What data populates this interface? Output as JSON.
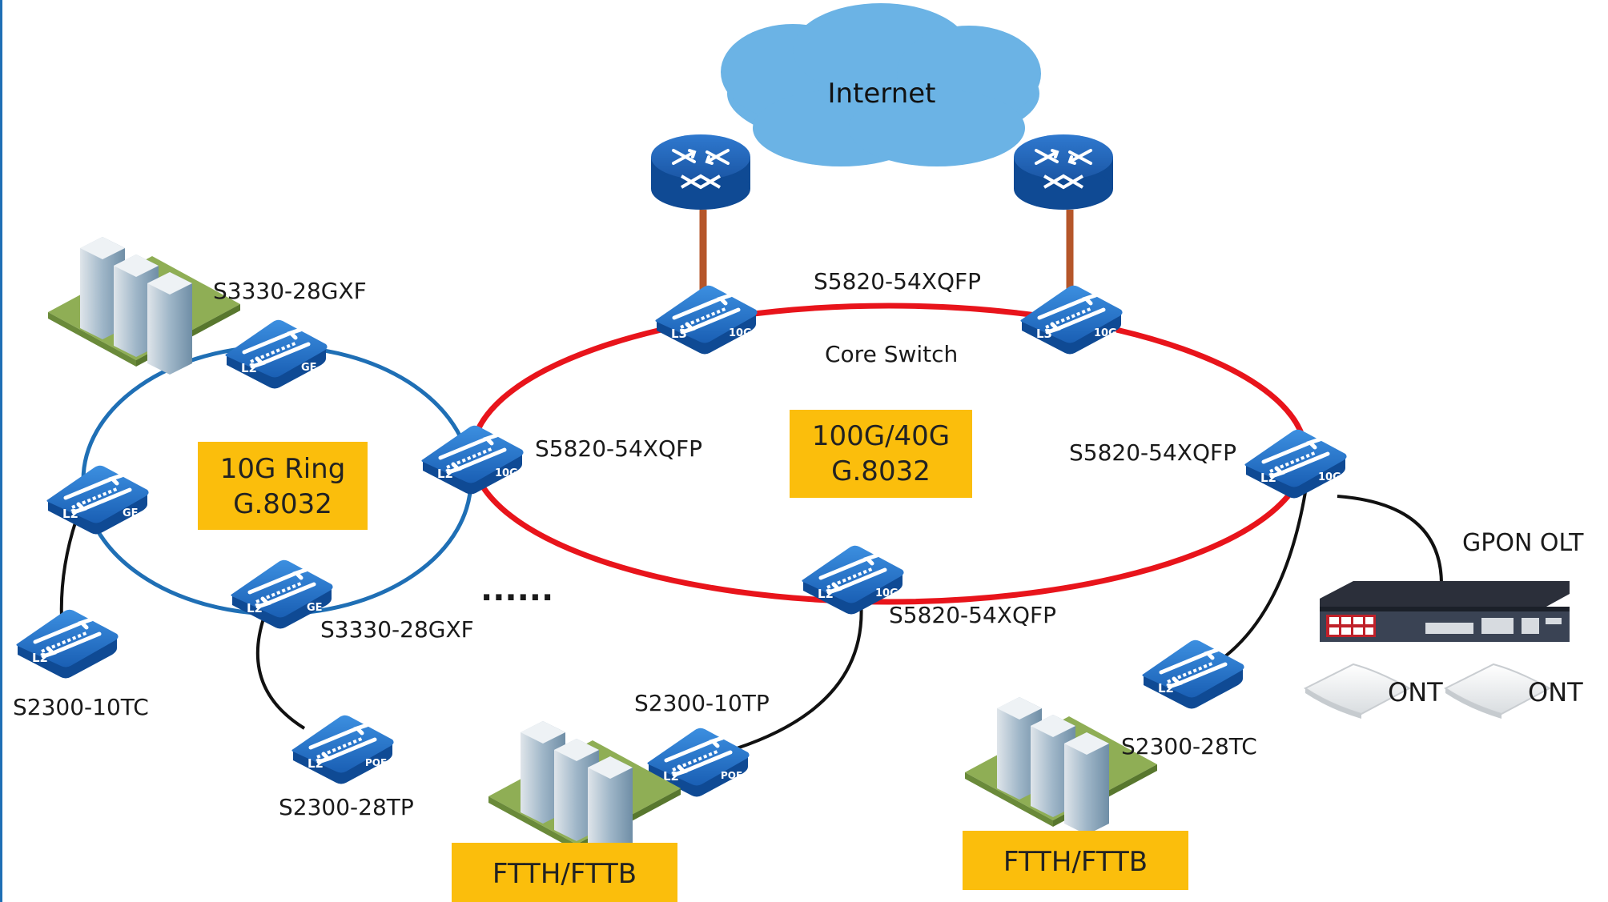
{
  "cloud": {
    "label": "Internet"
  },
  "core": {
    "top_left_name": "S5820-54XQFP",
    "role": "Core Switch",
    "left_name": "S5820-54XQFP",
    "right_name": "S5820-54XQFP",
    "bottom_name": "S5820-54XQFP"
  },
  "rings": {
    "core_label_line1": "100G/40G",
    "core_label_line2": "G.8032",
    "access_label_line1": "10G Ring",
    "access_label_line2": "G.8032"
  },
  "access": {
    "top_name": "S3330-28GXF",
    "bottom_name": "S3330-28GXF",
    "left_leaf_name": "S2300-10TC",
    "bottom_leaf_name": "S2300-28TP",
    "center_leaf_name": "S2300-10TP",
    "right_leaf_name": "S2300-28TC"
  },
  "ellipsis": "......",
  "gpon": {
    "olt_label": "GPON OLT",
    "ont1_label": "ONT",
    "ont2_label": "ONT"
  },
  "ftth": {
    "left_label": "FTTH/FTTB",
    "right_label": "FTTH/FTTB"
  },
  "badges": {
    "l2": "L2",
    "l3": "L3",
    "ge": "GE",
    "tenG": "10G",
    "poe": "POE"
  },
  "colors": {
    "core_ring": "#e8141b",
    "access_ring": "#1f6fb5",
    "cloud": "#6bb3e5",
    "label_box": "#fbbe0c",
    "uplink": "#b5562a",
    "device": "#1c63b8"
  }
}
